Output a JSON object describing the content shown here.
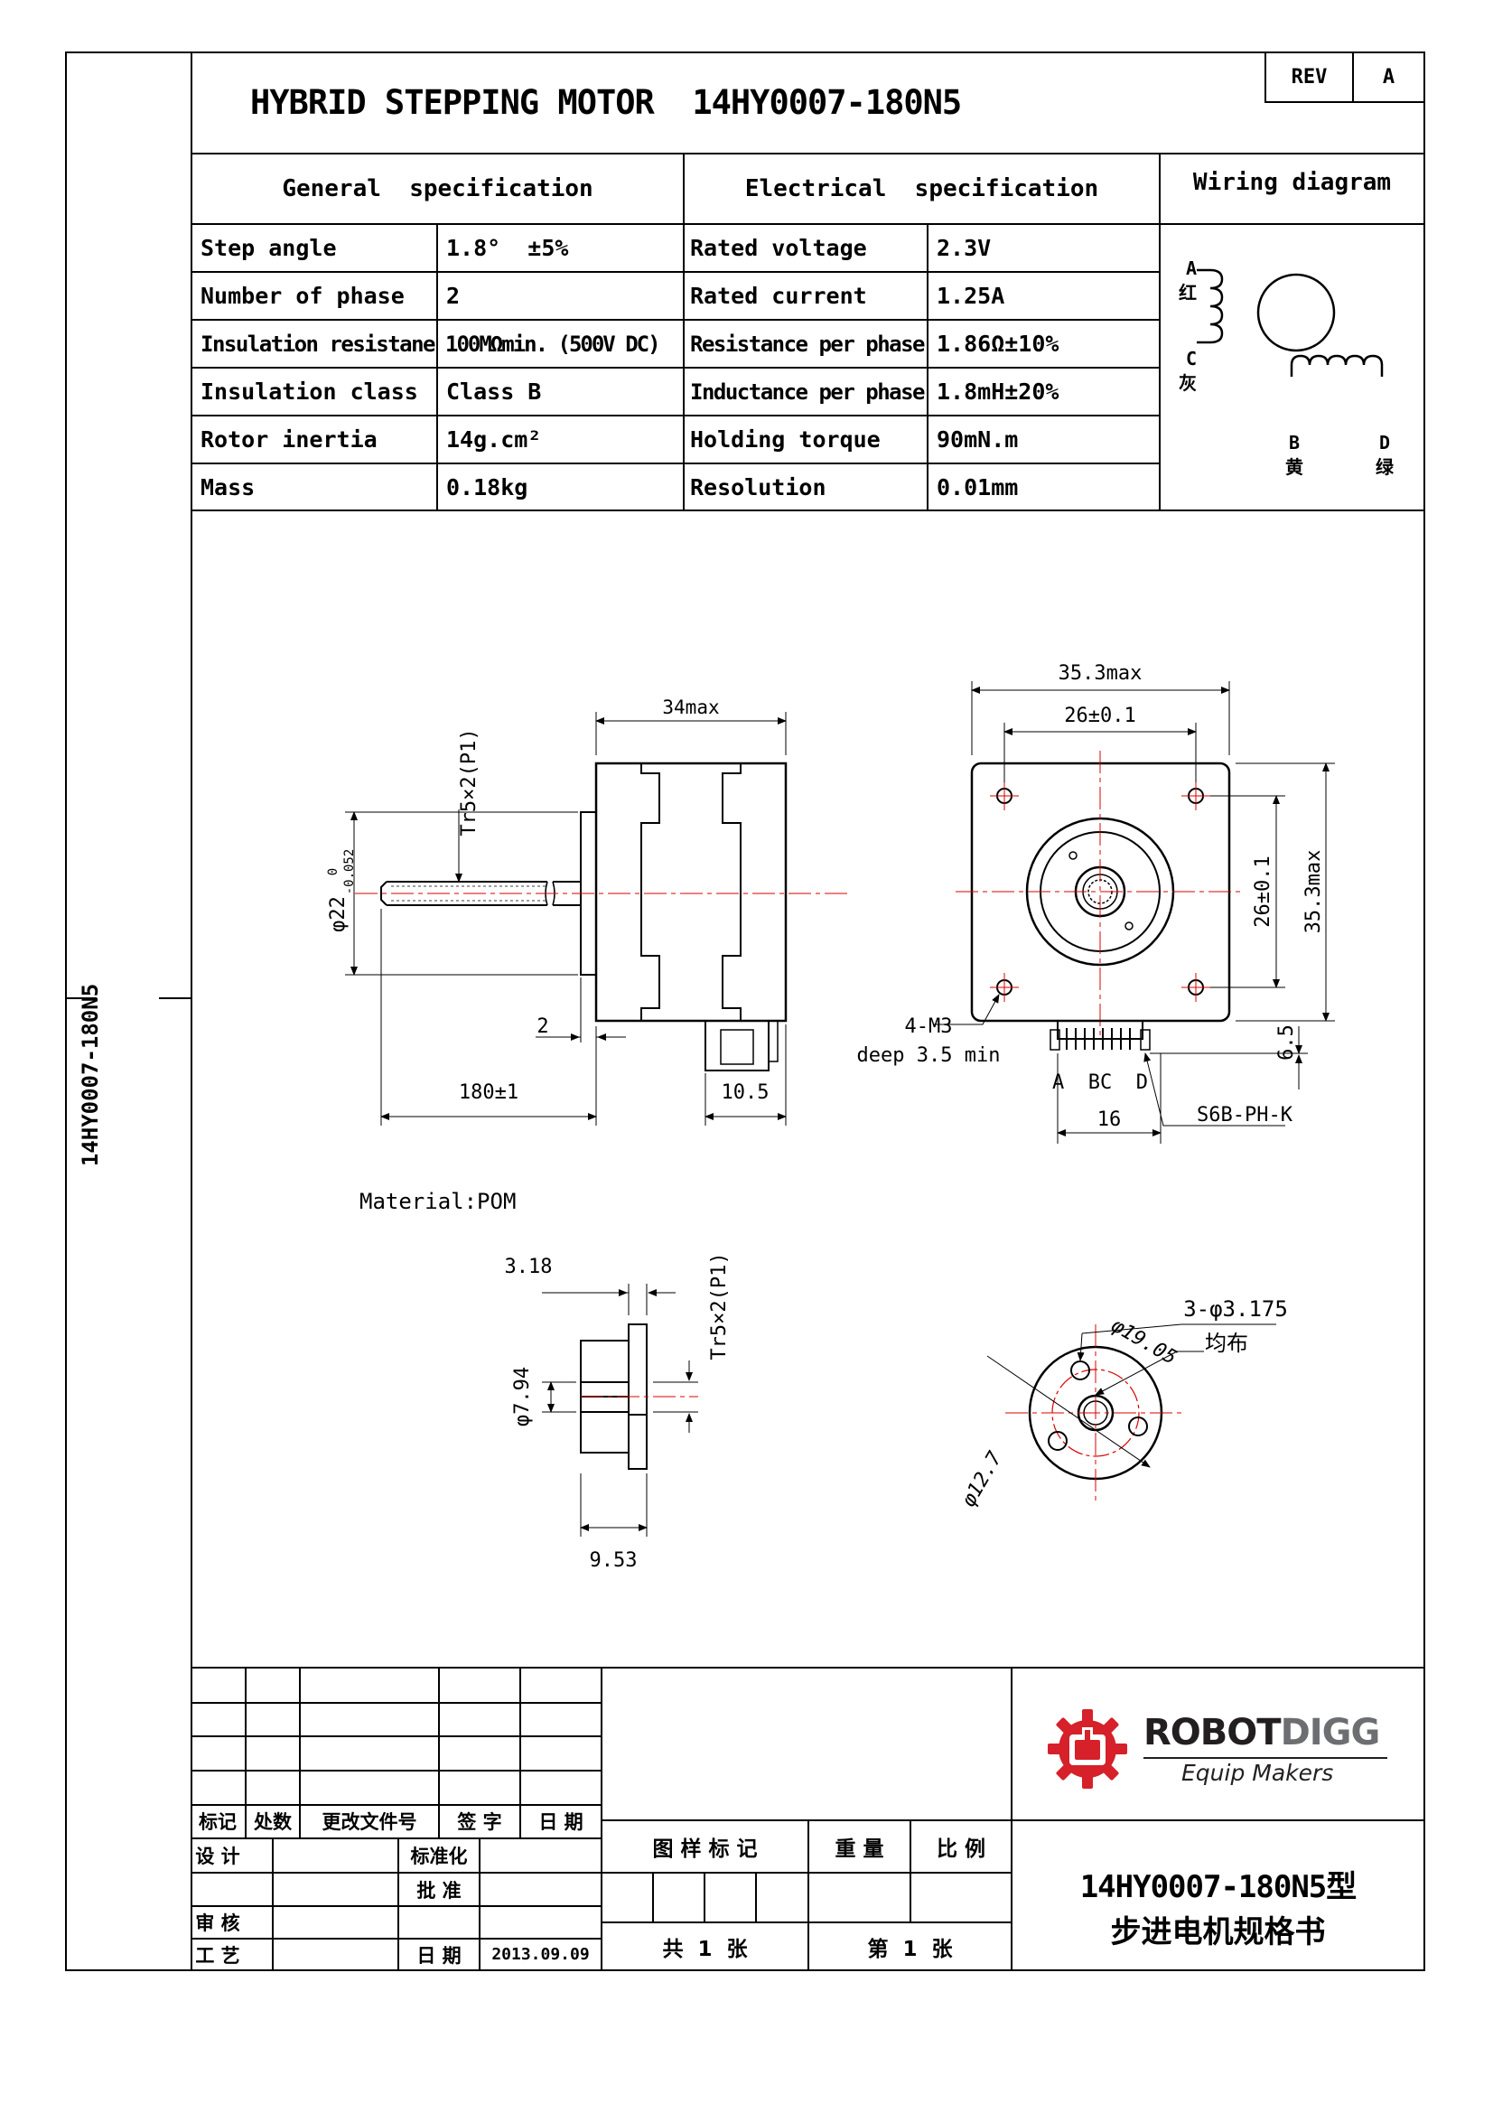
{
  "header": {
    "title": "HYBRID STEPPING MOTOR  14HY0007-180N5",
    "rev_label": "REV",
    "rev_value": "A"
  },
  "side_label": "14HY0007-180N5",
  "spec": {
    "general_header": "General  specification",
    "electrical_header": "Electrical  specification",
    "wiring_header": "Wiring diagram",
    "general": [
      {
        "label": "Step angle",
        "value": "1.8°  ±5%"
      },
      {
        "label": "Number of phase",
        "value": "2"
      },
      {
        "label": "Insulation resistane",
        "value": "100MΩmin. (500V DC)"
      },
      {
        "label": "Insulation class",
        "value": "Class B"
      },
      {
        "label": "Rotor inertia",
        "value": "14g.cm²"
      },
      {
        "label": "Mass",
        "value": "0.18kg"
      }
    ],
    "electrical": [
      {
        "label": "Rated voltage",
        "value": "2.3V"
      },
      {
        "label": "Rated current",
        "value": "1.25A"
      },
      {
        "label": "Resistance per phase",
        "value": "1.86Ω±10%"
      },
      {
        "label": "Inductance per phase",
        "value": "1.8mH±20%"
      },
      {
        "label": "Holding torque",
        "value": "90mN.m"
      },
      {
        "label": "Resolution",
        "value": "0.01mm"
      }
    ],
    "wiring": {
      "a_label": "A",
      "a_color": "红",
      "c_label": "C",
      "c_color": "灰",
      "b_label": "B",
      "b_color": "黄",
      "d_label": "D",
      "d_color": "绿"
    }
  },
  "drawing": {
    "side": {
      "len_34": "34max",
      "thread": "Tr5×2(P1)",
      "phi22": "φ22",
      "phi22_tol_upper": "0",
      "phi22_tol_lower": "-0.052",
      "dim_2": "2",
      "dim_180": "180±1",
      "dim_105": "10.5"
    },
    "front": {
      "w_353": "35.3max",
      "w_26": "26±0.1",
      "h_26": "26±0.1",
      "h_353": "35.3max",
      "m3": "4-M3",
      "deep": "deep 3.5 min",
      "pins": "A  BC  D",
      "dim_16": "16",
      "dim_65": "6.5",
      "connector": "S6B-PH-K"
    },
    "material": "Material:POM",
    "nut": {
      "dim_318": "3.18",
      "thread": "Tr5×2(P1)",
      "phi794": "φ7.94",
      "dim_953": "9.53"
    },
    "flange": {
      "holes": "3-φ3.175",
      "holes_note": "均布",
      "phi1905": "φ19.05",
      "phi127": "φ12.7"
    }
  },
  "title_block": {
    "rev_headers": [
      "标记",
      "处数",
      "更改文件号",
      "签 字",
      "日 期"
    ],
    "design": "设 计",
    "standard": "标准化",
    "review": "审 核",
    "approve": "批 准",
    "process": "工 艺",
    "date_label": "日 期",
    "date": "2013.09.09",
    "stage_label": "图 样 标 记",
    "weight_label": "重 量",
    "scale_label": "比 例",
    "sheets_total": "共  1  张",
    "sheet_no": "第  1  张",
    "logo_brand_1": "ROBOT",
    "logo_brand_2": "DIGG",
    "logo_tagline": "Equip Makers",
    "part_no": "14HY0007-180N5型",
    "doc_name": "步进电机规格书"
  }
}
